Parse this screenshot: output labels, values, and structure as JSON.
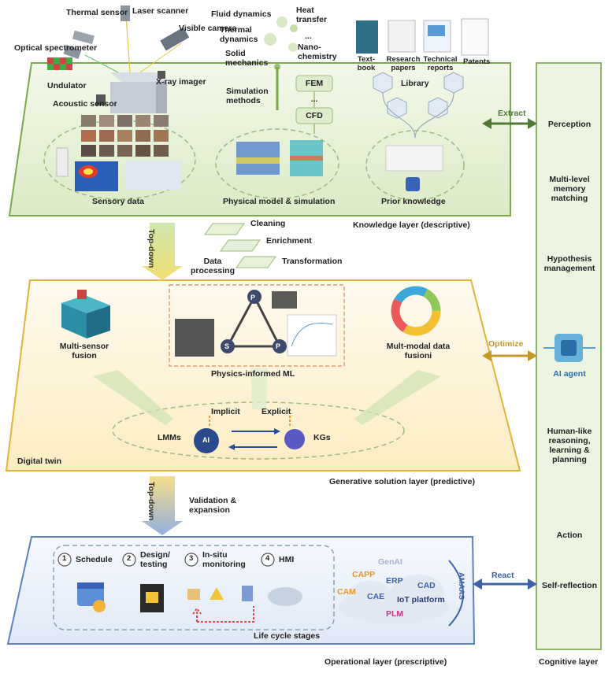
{
  "knowledge_layer": {
    "label": "Knowledge layer (descriptive)",
    "sensors": [
      "Thermal sensor",
      "Laser scanner",
      "Visible camera",
      "Optical spectrometer",
      "Undulator",
      "X-ray imager",
      "Acoustic sensor"
    ],
    "sensory_data": "Sensory data",
    "physics_topics": [
      "Fluid dynamics",
      "Heat transfer",
      "Thermal dynamics",
      "...",
      "Solid mechanics",
      "Nano-chemistry"
    ],
    "simulation_methods": "Simulation methods",
    "fem": "FEM",
    "dots": "...",
    "cfd": "CFD",
    "physical_model": "Physical model & simulation",
    "sources": [
      "Text-book",
      "Research papers",
      "Technical reports",
      "Patents"
    ],
    "library": "Library",
    "prior_knowledge": "Prior knowledge"
  },
  "data_processing": {
    "label": "Data processing",
    "steps": [
      "Cleaning",
      "Enrichment",
      "Transformation"
    ],
    "top_down_1": "Top-down"
  },
  "generative_layer": {
    "label": "Generative solution layer (predictive)",
    "digital_twin": "Digital twin",
    "multi_sensor": "Multi-sensor fusion",
    "physics_ml": "Physics-informed ML",
    "multimodal": "Mult-modal data fusioni",
    "implicit": "Implicit",
    "explicit": "Explicit",
    "lmms": "LMMs",
    "kgs": "KGs",
    "ai": "AI",
    "p_nodes": [
      "P",
      "P"
    ],
    "s_node": "S"
  },
  "operational_layer": {
    "label": "Operational layer (prescriptive)",
    "top_down_2": "Top-down",
    "validation": "Validation & expansion",
    "stages": [
      {
        "num": "1",
        "label": "Schedule"
      },
      {
        "num": "2",
        "label": "Design/ testing"
      },
      {
        "num": "3",
        "label": "In-situ monitoring"
      },
      {
        "num": "4",
        "label": "HMI"
      }
    ],
    "life_cycle": "Life cycle stages",
    "platforms": {
      "genai": "GenAI",
      "capp": "CAPP",
      "erp": "ERP",
      "cad": "CAD",
      "cam": "CAM",
      "cae": "CAE",
      "iot": "IoT platform",
      "plm": "PLM",
      "amaas": "AMAAS"
    }
  },
  "cognitive_layer": {
    "label": "Cognitive layer",
    "items": [
      "Perception",
      "Multi-level memory matching",
      "Hypothesis management",
      "Human-like reasoning, learning & planning",
      "Action",
      "Self-reflection"
    ],
    "ai_agent": "AI agent"
  },
  "arrows": {
    "extract": "Extract",
    "optimize": "Optimize",
    "react": "React"
  },
  "colors": {
    "green": "#7aa84a",
    "yellow": "#e3b43a",
    "blue": "#5c82c0",
    "cognitive_bg": "#eef4e2"
  }
}
